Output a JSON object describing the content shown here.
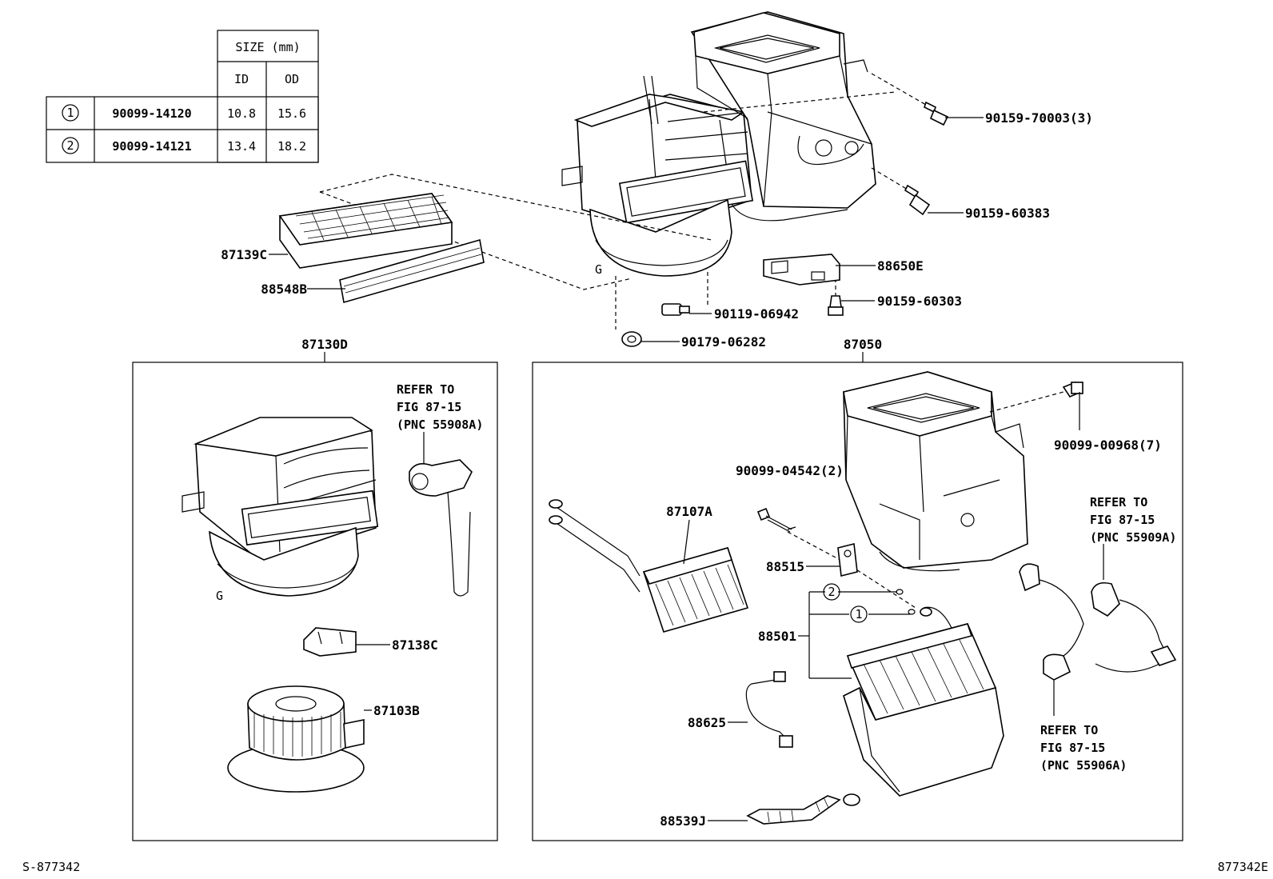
{
  "size_table": {
    "header": "SIZE (mm)",
    "col_id": "ID",
    "col_od": "OD",
    "rows": [
      {
        "mark": "1",
        "part": "90099-14120",
        "id": "10.8",
        "od": "15.6"
      },
      {
        "mark": "2",
        "part": "90099-14121",
        "id": "13.4",
        "od": "18.2"
      }
    ]
  },
  "labels": {
    "p90159_70003": "90159-70003(3)",
    "p90159_60383": "90159-60383",
    "p88650E": "88650E",
    "p90159_60303": "90159-60303",
    "p90119_06942": "90119-06942",
    "p90179_06282": "90179-06282",
    "p87139C": "87139C",
    "p88548B": "88548B",
    "p87130D": "87130D",
    "p87050": "87050",
    "p87138C": "87138C",
    "p87103B": "87103B",
    "p87107A": "87107A",
    "p90099_04542": "90099-04542(2)",
    "p90099_00968": "90099-00968(7)",
    "p88515": "88515",
    "p88501": "88501",
    "p88625": "88625",
    "p88539J": "88539J",
    "mark1": "1",
    "mark2": "2"
  },
  "refs": {
    "r1": {
      "l1": "REFER TO",
      "l2": "FIG 87-15",
      "l3": "(PNC 55908A)"
    },
    "r2": {
      "l1": "REFER TO",
      "l2": "FIG 87-15",
      "l3": "(PNC 55909A)"
    },
    "r3": {
      "l1": "REFER TO",
      "l2": "FIG 87-15",
      "l3": "(PNC 55906A)"
    }
  },
  "footer": {
    "left": "S-877342",
    "right": "877342E"
  }
}
